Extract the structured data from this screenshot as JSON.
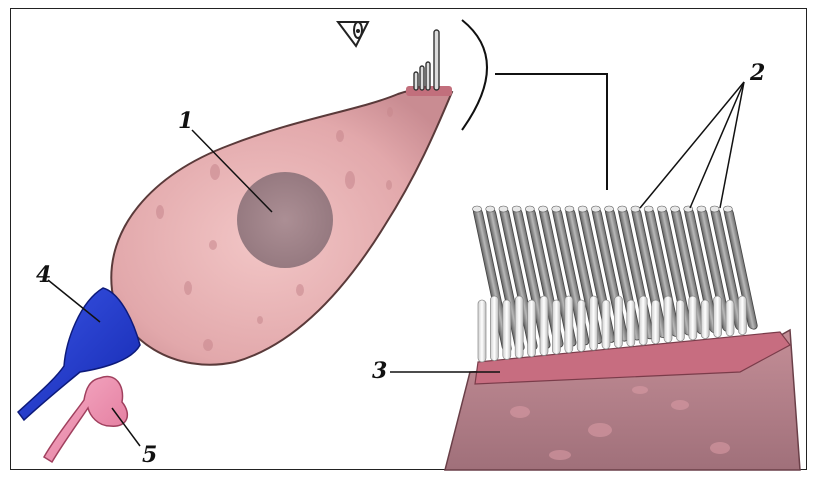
{
  "labels": {
    "cell": "1",
    "stereocilia": "2",
    "cuticular_plate": "3",
    "afferent_ending": "4",
    "efferent_ending": "5"
  },
  "colors": {
    "cell_fill": "#e8b2b4",
    "cell_outline": "#5a3a3a",
    "nucleus": "#9c8086",
    "blue_nerve": "#1e3fd0",
    "pink_nerve": "#ef8fb0",
    "hair_gray": "#8a8a8a",
    "tissue": "#b07c86"
  },
  "icons": {
    "eye": "eye-icon"
  }
}
